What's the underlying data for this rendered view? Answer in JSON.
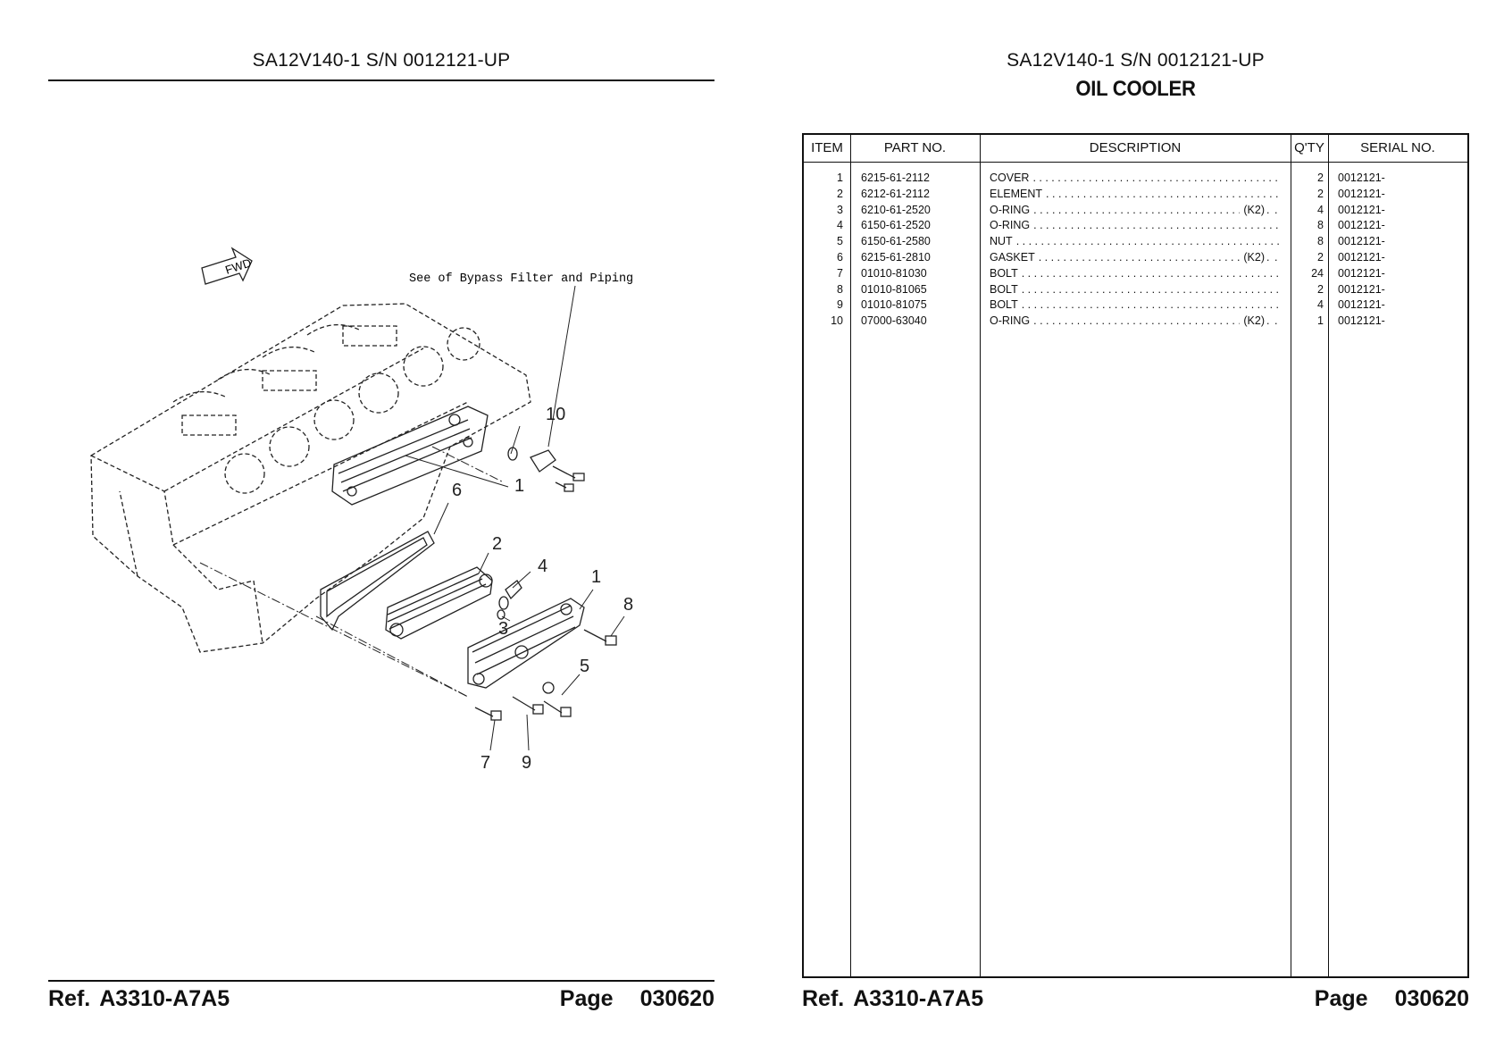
{
  "left": {
    "header": "SA12V140-1 S/N 0012121-UP",
    "diagram": {
      "note": "See of Bypass Filter and Piping",
      "fwd": "FWD",
      "callouts": [
        "10",
        "1",
        "6",
        "2",
        "4",
        "1",
        "8",
        "3",
        "5",
        "7",
        "9"
      ]
    },
    "footer": {
      "ref_label": "Ref.",
      "ref_code": "A3310-A7A5",
      "page_label": "Page",
      "page_no": "030620"
    }
  },
  "right": {
    "header": "SA12V140-1 S/N 0012121-UP",
    "section_title": "OIL COOLER",
    "table": {
      "columns": [
        "ITEM",
        "PART NO.",
        "DESCRIPTION",
        "Q'TY",
        "SERIAL NO."
      ],
      "rows": [
        {
          "item": "1",
          "part": "6215-61-2112",
          "desc": "COVER",
          "note": "",
          "qty": "2",
          "serial": "0012121-"
        },
        {
          "item": "2",
          "part": "6212-61-2112",
          "desc": "ELEMENT",
          "note": "",
          "qty": "2",
          "serial": "0012121-"
        },
        {
          "item": "3",
          "part": "6210-61-2520",
          "desc": "O-RING",
          "note": "(K2)",
          "qty": "4",
          "serial": "0012121-"
        },
        {
          "item": "4",
          "part": "6150-61-2520",
          "desc": "O-RING",
          "note": "",
          "qty": "8",
          "serial": "0012121-"
        },
        {
          "item": "5",
          "part": "6150-61-2580",
          "desc": "NUT",
          "note": "",
          "qty": "8",
          "serial": "0012121-"
        },
        {
          "item": "6",
          "part": "6215-61-2810",
          "desc": "GASKET",
          "note": "(K2)",
          "qty": "2",
          "serial": "0012121-"
        },
        {
          "item": "7",
          "part": "01010-81030",
          "desc": "BOLT",
          "note": "",
          "qty": "24",
          "serial": "0012121-"
        },
        {
          "item": "8",
          "part": "01010-81065",
          "desc": "BOLT",
          "note": "",
          "qty": "2",
          "serial": "0012121-"
        },
        {
          "item": "9",
          "part": "01010-81075",
          "desc": "BOLT",
          "note": "",
          "qty": "4",
          "serial": "0012121-"
        },
        {
          "item": "10",
          "part": "07000-63040",
          "desc": "O-RING",
          "note": "(K2)",
          "qty": "1",
          "serial": "0012121-"
        }
      ]
    },
    "footer": {
      "ref_label": "Ref.",
      "ref_code": "A3310-A7A5",
      "page_label": "Page",
      "page_no": "030620"
    }
  }
}
